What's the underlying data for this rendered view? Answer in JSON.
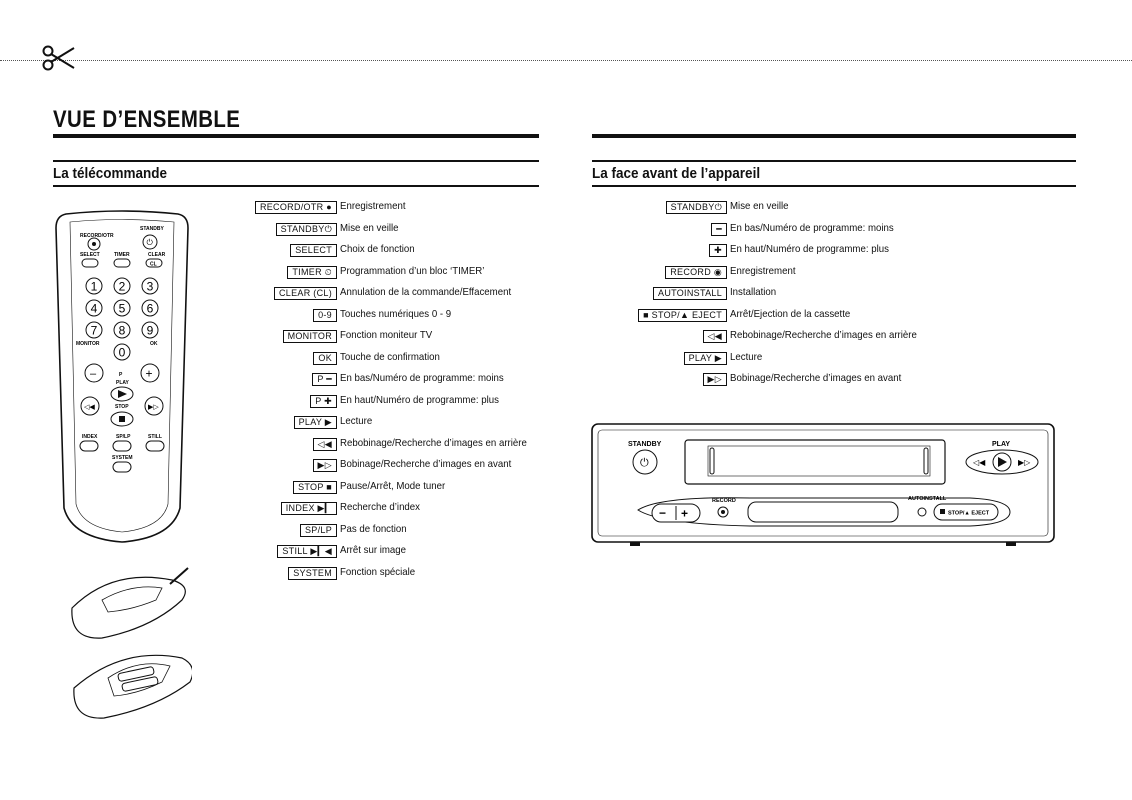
{
  "header": {
    "title": "VUE D’ENSEMBLE"
  },
  "left": {
    "section_title": "La télécommande",
    "items": [
      {
        "key": "RECORD/OTR ●",
        "label": "Enregistrement"
      },
      {
        "key": "STANDBY⏻",
        "label": "Mise en veille"
      },
      {
        "key": "SELECT",
        "label": "Choix de fonction"
      },
      {
        "key": "TIMER ⏲",
        "label": "Programmation d’un bloc ‘TIMER’"
      },
      {
        "key": "CLEAR (CL)",
        "label": "Annulation de la commande/Effacement"
      },
      {
        "key": "0-9",
        "label": "Touches numériques 0 - 9"
      },
      {
        "key": "MONITOR",
        "label": "Fonction moniteur TV"
      },
      {
        "key": "OK",
        "label": "Touche de confirmation"
      },
      {
        "key": "P ━",
        "label": "En bas/Numéro de programme: moins"
      },
      {
        "key": "P ✚",
        "label": "En haut/Numéro de programme: plus"
      },
      {
        "key": "PLAY ▶",
        "label": "Lecture"
      },
      {
        "key": "◁◀",
        "label": "Rebobinage/Recherche d’images en arrière"
      },
      {
        "key": "▶▷",
        "label": "Bobinage/Recherche d’images en avant"
      },
      {
        "key": "STOP ■",
        "label": "Pause/Arrêt, Mode tuner"
      },
      {
        "key": "INDEX ▶▎",
        "label": "Recherche d’index"
      },
      {
        "key": "SP/LP",
        "label": "Pas de fonction"
      },
      {
        "key": "STILL ▶▎◀",
        "label": "Arrêt sur image"
      },
      {
        "key": "SYSTEM",
        "label": "Fonction spéciale"
      }
    ]
  },
  "right": {
    "section_title": "La face avant de l’appareil",
    "items": [
      {
        "key": "STANDBY⏻",
        "label": "Mise en veille"
      },
      {
        "key": "━",
        "label": "En bas/Numéro de programme: moins"
      },
      {
        "key": "✚",
        "label": "En haut/Numéro de programme: plus"
      },
      {
        "key": "RECORD ◉",
        "label": "Enregistrement"
      },
      {
        "key": "AUTOINSTALL",
        "label": "Installation"
      },
      {
        "key": "■ STOP/▲ EJECT",
        "label": "Arrêt/Ejection de la cassette"
      },
      {
        "key": "◁◀",
        "label": "Rebobinage/Recherche d’images en arrière"
      },
      {
        "key": "PLAY ▶",
        "label": "Lecture"
      },
      {
        "key": "▶▷",
        "label": "Bobinage/Recherche d’images en avant"
      }
    ]
  },
  "remote_labels": {
    "record": "RECORD/OTR",
    "standby": "STANDBY",
    "select": "SELECT",
    "timer": "TIMER",
    "clear": "CLEAR",
    "cl": "CL",
    "monitor": "MONITOR",
    "ok": "OK",
    "p": "P",
    "play": "PLAY",
    "stop": "STOP",
    "index": "INDEX",
    "sp_lp": "SP/LP",
    "still": "STILL",
    "system": "SYSTEM",
    "digits": [
      "1",
      "2",
      "3",
      "4",
      "5",
      "6",
      "7",
      "8",
      "9",
      "0"
    ]
  },
  "vcr_labels": {
    "standby": "STANDBY",
    "play": "PLAY",
    "record": "RECORD",
    "autoinstall": "AUTOINSTALL",
    "stop_eject": "STOP/▲ EJECT"
  }
}
